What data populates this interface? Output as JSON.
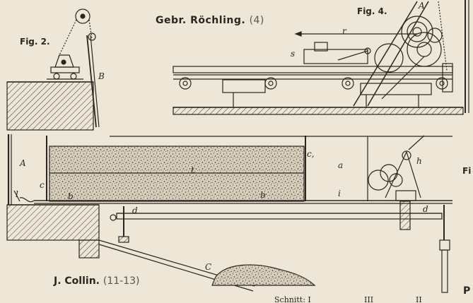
{
  "headers": {
    "roechling_name": "Gebr. Röchling.",
    "roechling_ref": "(4)",
    "collin_name": "J. Collin.",
    "collin_ref": "(11-13)"
  },
  "figures": {
    "fig2": "Fig. 2.",
    "fig4": "Fig. 4.",
    "fig_right_partial": "Fi",
    "p_partial": "P"
  },
  "letters": {
    "A_top": "A",
    "B": "B",
    "r": "r",
    "s": "s",
    "A_left": "A",
    "c_left": "c",
    "l": "l",
    "b_left": "b",
    "t": "t",
    "b_right": "b",
    "c_right": "c,",
    "a": "a",
    "i": "i",
    "h": "h",
    "d_left": "d",
    "d_right": "d",
    "C": "C"
  },
  "bottom_text": {
    "schnitt": "Schnitt: I",
    "roman_iii": "III",
    "roman_ii": "II"
  }
}
